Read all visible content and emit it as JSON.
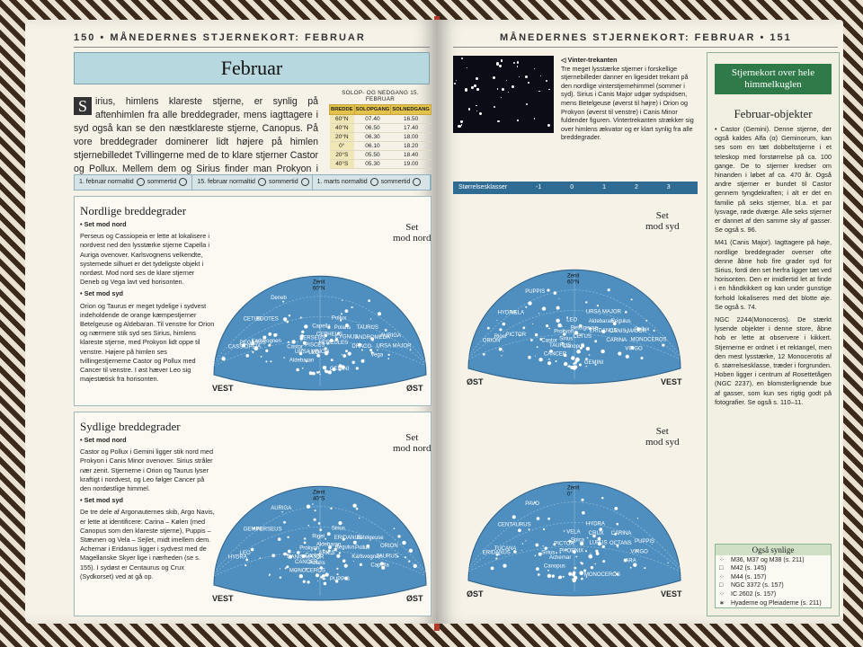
{
  "left": {
    "header": "150 • MÅNEDERNES STJERNEKORT: FEBRUAR",
    "title": "Februar",
    "intro_dropcap": "S",
    "intro": "irius, himlens klareste stjerne, er synlig på aftenhimlen fra alle breddegrader, mens iagttagere i syd også kan se den næstklareste stjerne, Canopus. På vore breddegrader dominerer lidt højere på himlen stjernebilledet Tvillingerne med de to klare stjerner Castor og Pollux. Mellem dem og Sirius finder man Prokyon i Canis Minor.",
    "rise_table": {
      "caption": "SOLOP- OG NEDGANG 15. FEBRUAR",
      "headers": [
        "BREDDE",
        "SOLOPGANG",
        "SOLNEDGANG"
      ],
      "rows": [
        [
          "60°N",
          "07.40",
          "16.50"
        ],
        [
          "40°N",
          "06.50",
          "17.40"
        ],
        [
          "20°N",
          "06.30",
          "18.00"
        ],
        [
          "0°",
          "06.10",
          "18.20"
        ],
        [
          "20°S",
          "05.50",
          "18.40"
        ],
        [
          "40°S",
          "05.30",
          "19.00"
        ]
      ]
    },
    "timebar": [
      "1. februar normaltid",
      "sommertid",
      "15. februar normaltid",
      "sommertid",
      "1. marts normaltid",
      "sommertid"
    ],
    "north": {
      "title": "Nordlige breddegrader",
      "h1": "• Set mod nord",
      "p1": "Perseus og Cassiopeia er lette at lokalisere i nordvest ned den lysstærke stjerne Capella i Auriga ovenover. Karlsvognens velkendte, systemede silhuet er det tydeligste objekt i nordøst. Mod nord ses de klare stjerner Deneb og Vega lavt ved horisonten.",
      "h2": "• Set mod syd",
      "p2": "Orion og Taurus er meget tydelige i sydvest indeholdende de orange kæmpestjerner Betelgeuse og Aldebaran. Til venstre for Orion og nærmere stik syd ses Sirius, himlens klareste stjerne, med Prokyon lidt oppe til venstre. Højere på himlen ses tvillingestjernerne Castor og Pollux med Cancer til venstre. I øst hæver Leo sig majestætisk fra horisonten.",
      "dir_north": "Set\nmod nord",
      "dir_south": "Set\nmod syd"
    },
    "south": {
      "title": "Sydlige breddegrader",
      "h1": "• Set mod nord",
      "p1": "Castor og Pollux i Gemini ligger stik nord med Prokyon i Canis Minor ovenover. Sirius stråler nær zenit. Stjernerne i Orion og Taurus lyser kraftigt i nordvest, og Leo følger Cancer på den nordøstlige himmel.",
      "h2": "• Set mod syd",
      "p2": "De tre dele af Argonauternes skib, Argo Navis, er lette at identificere: Carina – Kølen (med Canopus som den klareste stjerne), Puppis – Stævnen og Vela – Sejlet, midt imellem dem. Achernar i Eridanus ligger i sydvest med de Magellanske Skyer lige i nærheden (se s. 155). I sydøst er Centaurus og Crux (Sydkorset) ved at gå op.",
      "dir_north": "Set\nmod nord",
      "dir_south": "Set\nmod syd"
    }
  },
  "maps": {
    "nn": {
      "zenith": "Zenit\n60°N",
      "w": "VEST",
      "e": "ØST",
      "labels": [
        "GEMINI",
        "Pollux",
        "Castor",
        "AURIGA",
        "Capella",
        "Aldebaran",
        "TAURUS",
        "PERSEUS",
        "CASSIOPEIA",
        "Polaris",
        "URSA MINOR",
        "URSA MAJOR",
        "CEPHEUS",
        "CETUS",
        "ANDROMEDA",
        "PISCES",
        "PEGASUS",
        "CYGNUS",
        "Deneb",
        "Vega",
        "HERCULES",
        "BOOTES",
        "DRACO",
        "LEO",
        "Karlsvognen"
      ]
    },
    "ns": {
      "zenith": "Zenit\n60°N",
      "w": "ØST",
      "e": "VEST",
      "labels": [
        "GEMINI",
        "URSA MAJOR",
        "Castor",
        "Pollux",
        "LEO",
        "CANCER",
        "Regulus",
        "Prokyon",
        "ORION",
        "Aldebaran",
        "TAURUS",
        "MONOCEROS",
        "Betelgeuse",
        "HYDRA",
        "CANIS MAJOR",
        "Sirius",
        "Rigel",
        "ERIDANUS",
        "PUPPIS",
        "VIRGO",
        "CETUS",
        "VELA",
        "CARINA",
        "Canopus",
        "PICTOR"
      ]
    },
    "sn": {
      "zenith": "Zenit\n40°S",
      "w": "VEST",
      "e": "ØST",
      "labels": [
        "PUPPIS",
        "Sirius",
        "CANIS MAJOR",
        "ORION",
        "Rigel",
        "MONOCEROS",
        "Betelgeuse",
        "Prokyon",
        "HYDRA",
        "ERIDANUS",
        "CANCER",
        "TAURUS",
        "Aldebaran",
        "GEMINI",
        "Pollux",
        "Castor",
        "LEO",
        "Regulus",
        "AURIGA",
        "Capella",
        "ARIES",
        "PERSEUS",
        "Karlsvognen",
        "Polaris"
      ]
    },
    "ss": {
      "zenith": "Zenit\n0°",
      "w": "ØST",
      "e": "VEST",
      "labels": [
        "MONOCEROS",
        "HYDRA",
        "Sirius",
        "PUPPIS",
        "VELA",
        "Canopus",
        "CARINA",
        "PICTOR",
        "ERIDANUS",
        "CRUX",
        "Achernar",
        "VIRGO",
        "Spica",
        "CENTAURUS",
        "OCTANS",
        "PHOENIX",
        "TUCANA",
        "LUPUS",
        "PAVO",
        "ARA"
      ]
    }
  },
  "right": {
    "header": "MÅNEDERNES STJERNEKORT: FEBRUAR • 151",
    "photo_caption_title": "◁ Vinter-trekanten",
    "photo_caption": "Tre meget lysstærke stjerner i forskellige stjernebilleder danner en ligesidet trekant på den nordlige vinterstjernehimmel (sommer i syd). Sirius i Canis Major udgør sydspidsen, mens Betelgeuse (øverst til højre) i Orion og Prokyon (øverst til venstre) i Canis Minor fuldender figuren. Vintertrekanten strækker sig over himlens ækvator og er klart synlig fra alle breddegrader.",
    "size_label": "Størrelsesklasser",
    "sizes": [
      "-1",
      "0",
      "1",
      "2",
      "3"
    ],
    "sidebar_head": "Stjernekort over hele himmelkuglen",
    "sidebar_title": "Februar-objekter",
    "obj1": "• Castor (Gemini). Denne stjerne, der også kaldes Alfa (α) Geminorum, kan ses som en tæt dobbeltstjerne i et teleskop med forstørrelse på ca. 100 gange. De to stjerner kredser om hinanden i løbet af ca. 470 år. Også andre stjerner er bundet til Castor gennem tyngdekraften; i alt er det en familie på seks stjerner, bl.a. et par lysvage, røde dværge. Alle seks stjerner er dannet af den samme sky af gasser. Se også s. 96.",
    "obj2": "M41 (Canis Major). Iagttagere på høje, nordlige breddegrader overser ofte denne åbne hob fire grader syd for Sirius, fordi den set herfra ligger tæt ved horisonten. Den er imidlertid let at finde i en håndkikkert og kan under gunstige forhold lokaliseres med det blotte øje. Se også s. 74.",
    "obj3": "NGC 2244(Monoceros). De stærkt lysende objekter i denne store, åbne hob er lette at observere i kikkert. Stjernerne er ordnet i et rektangel, men den mest lysstærke, 12 Monocerotis af 6. størrelsesklasse, træder i forgrunden. Hoben ligger i centrum af Rosettetågen (NGC 2237), en blomsterlignende bue af gasser, som kun ses rigtig godt på fotografier. Se også s. 110–11.",
    "also_title": "Også synlige",
    "also": [
      "M36, M37 og M38 (s. 211)",
      "M42 (s. 145)",
      "M44 (s. 157)",
      "NGC 3372 (s. 157)",
      "IC 2602 (s. 157)",
      "Hyaderne og Pleiaderne (s. 211)"
    ]
  }
}
